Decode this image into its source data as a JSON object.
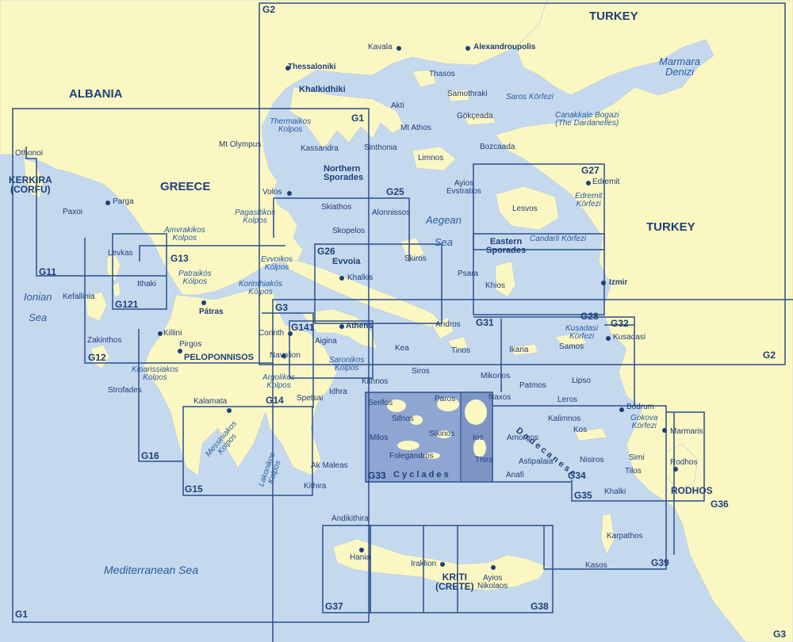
{
  "colors": {
    "sea": "#c5d9ee",
    "land": "#fbf7c3",
    "chart_line": "#2b4f8d",
    "cyclades_fill": "#8fa6d2",
    "text": "#1f3d7a"
  },
  "countries": [
    {
      "id": "turkey-north",
      "text": "TURKEY"
    },
    {
      "id": "turkey-east",
      "text": "TURKEY"
    },
    {
      "id": "albania",
      "text": "ALBANIA"
    },
    {
      "id": "greece",
      "text": "GREECE"
    }
  ],
  "regions": [
    {
      "id": "khalkidhiki",
      "text": "Khalkidhiki"
    },
    {
      "id": "northern-sporades",
      "text": "Northern\nSporades"
    },
    {
      "id": "evvoia",
      "text": "Evvoia"
    },
    {
      "id": "eastern-sporades",
      "text": "Eastern\nSporades"
    },
    {
      "id": "peloponnisos",
      "text": "PELOPONNISOS"
    },
    {
      "id": "cyclades",
      "text": "C y c l a d e s"
    },
    {
      "id": "dodecanese",
      "text": "D o d e c a n e s e"
    },
    {
      "id": "kerkira",
      "text": "KERKIRA\n(CORFU)"
    },
    {
      "id": "rodhos",
      "text": "RODHOS"
    },
    {
      "id": "kriti",
      "text": "KRITI\n(CRETE)"
    }
  ],
  "seas": [
    {
      "id": "marmara",
      "text": "Marmara\nDenizi"
    },
    {
      "id": "aegean",
      "text": "Aegean\nSea"
    },
    {
      "id": "ionian",
      "text": "Ionian\nSea"
    },
    {
      "id": "mediterranean",
      "text": "Mediterranean Sea"
    },
    {
      "id": "thermaikos",
      "text": "Thermaikos\nKolpos"
    },
    {
      "id": "saros",
      "text": "Saros Körfezi"
    },
    {
      "id": "canakkale",
      "text": "Canakkale Bogazi\n(The Dardanelles)"
    },
    {
      "id": "pagasitikos",
      "text": "Pagasitikos\nKolpos"
    },
    {
      "id": "edremit-korfezi",
      "text": "Edremit\nKörfezi"
    },
    {
      "id": "amvrakikos",
      "text": "Amvrakikos\nKolpos"
    },
    {
      "id": "evvoikos",
      "text": "Evvoikos\nKólpos"
    },
    {
      "id": "candarli",
      "text": "Candarli Körfezi"
    },
    {
      "id": "patraikos",
      "text": "Patraikós\nKólpos"
    },
    {
      "id": "korinthiakos",
      "text": "Korinthiakós\nKólpos"
    },
    {
      "id": "kusadasi-korfezi",
      "text": "Kusadasi\nKörfezi"
    },
    {
      "id": "saronikos",
      "text": "Saronikos\nKolpos"
    },
    {
      "id": "kiparissiakos",
      "text": "Kiparissiakos\nKolpos"
    },
    {
      "id": "argolikos",
      "text": "Argolikos\nKolpos"
    },
    {
      "id": "gokova",
      "text": "Gokova\nKörfezi"
    },
    {
      "id": "messiniakos",
      "text": "Messiniakos\nKolpos"
    },
    {
      "id": "lakonikos",
      "text": "Lakonikos\nKolpos"
    }
  ],
  "places": [
    {
      "id": "kavala",
      "text": "Kavala",
      "dot": true
    },
    {
      "id": "alexandroupolis",
      "text": "Alexandroupolis",
      "dot": true,
      "bold": true
    },
    {
      "id": "thessaloniki",
      "text": "Thessaloniki",
      "dot": true,
      "bold": true
    },
    {
      "id": "thasos",
      "text": "Thasos"
    },
    {
      "id": "samothraki",
      "text": "Samothraki"
    },
    {
      "id": "akti",
      "text": "Akti"
    },
    {
      "id": "mt-athos",
      "text": "Mt Athos"
    },
    {
      "id": "gokceada",
      "text": "Gökçeada"
    },
    {
      "id": "mt-olympus",
      "text": "Mt Olympus"
    },
    {
      "id": "kassandra",
      "text": "Kassandra"
    },
    {
      "id": "sinthonia",
      "text": "Sinthonia"
    },
    {
      "id": "bozcaada",
      "text": "Bozcaada"
    },
    {
      "id": "limnos",
      "text": "Limnos"
    },
    {
      "id": "othonoi",
      "text": "Othonoi"
    },
    {
      "id": "ayios-evstratios",
      "text": "Ayios\nEvstratios"
    },
    {
      "id": "edremit",
      "text": "Edremit",
      "dot": true
    },
    {
      "id": "volos",
      "text": "Volos",
      "dot": true
    },
    {
      "id": "parga",
      "text": "Parga",
      "dot": true
    },
    {
      "id": "skiathos",
      "text": "Skiathos"
    },
    {
      "id": "alonnissos",
      "text": "Alonnissos"
    },
    {
      "id": "paxoi",
      "text": "Paxoi"
    },
    {
      "id": "lesvos",
      "text": "Lesvos"
    },
    {
      "id": "skopelos",
      "text": "Skopelos"
    },
    {
      "id": "levkas",
      "text": "Levkas"
    },
    {
      "id": "skiros",
      "text": "Skiros"
    },
    {
      "id": "khalkis",
      "text": "Khalkis",
      "dot": true
    },
    {
      "id": "psara",
      "text": "Psara"
    },
    {
      "id": "izmir",
      "text": "Izmir",
      "dot": true,
      "bold": true
    },
    {
      "id": "ithaki",
      "text": "Ithaki"
    },
    {
      "id": "kefallinia",
      "text": "Kefallinia"
    },
    {
      "id": "khios",
      "text": "Khios"
    },
    {
      "id": "patras",
      "text": "Pátras",
      "dot": true,
      "bold": true
    },
    {
      "id": "andros",
      "text": "Andros"
    },
    {
      "id": "athens",
      "text": "Athens",
      "dot": true,
      "bold": true
    },
    {
      "id": "corinth",
      "text": "Corinth",
      "dot": true
    },
    {
      "id": "killini",
      "text": "Killini",
      "dot": true
    },
    {
      "id": "zakinthos",
      "text": "Zakinthos"
    },
    {
      "id": "aigina",
      "text": "Aigina"
    },
    {
      "id": "kusadasi",
      "text": "Kusadasi",
      "dot": true
    },
    {
      "id": "pirgos",
      "text": "Pirgos",
      "dot": true
    },
    {
      "id": "kea",
      "text": "Kea"
    },
    {
      "id": "tinos",
      "text": "Tinos"
    },
    {
      "id": "ikaria",
      "text": "Ikaria"
    },
    {
      "id": "samos",
      "text": "Samos"
    },
    {
      "id": "navplion",
      "text": "Navplion",
      "dot": true
    },
    {
      "id": "siros",
      "text": "Siros"
    },
    {
      "id": "mikonos",
      "text": "Mikonos"
    },
    {
      "id": "kithnos",
      "text": "Kithnos"
    },
    {
      "id": "patmos",
      "text": "Patmos"
    },
    {
      "id": "lipso",
      "text": "Lipso"
    },
    {
      "id": "strofades",
      "text": "Strofades"
    },
    {
      "id": "spetsai",
      "text": "Spetsai"
    },
    {
      "id": "idhra",
      "text": "Idhra"
    },
    {
      "id": "paros",
      "text": "Paros"
    },
    {
      "id": "naxos",
      "text": "Naxos"
    },
    {
      "id": "leros",
      "text": "Leros"
    },
    {
      "id": "kalamata",
      "text": "Kalamata",
      "dot": true
    },
    {
      "id": "serifos",
      "text": "Serifos"
    },
    {
      "id": "bodrum",
      "text": "Bodrum",
      "dot": true
    },
    {
      "id": "sifnos",
      "text": "Sifnos"
    },
    {
      "id": "kalimnos",
      "text": "Kalimnos"
    },
    {
      "id": "marmaris",
      "text": "Marmaris",
      "dot": true
    },
    {
      "id": "kos",
      "text": "Kos"
    },
    {
      "id": "milos",
      "text": "Milos"
    },
    {
      "id": "sikinos",
      "text": "Sikinos"
    },
    {
      "id": "ios",
      "text": "Ios"
    },
    {
      "id": "amorgos",
      "text": "Amorgos"
    },
    {
      "id": "simi",
      "text": "Simi"
    },
    {
      "id": "nisiros",
      "text": "Nisiros"
    },
    {
      "id": "folegandros",
      "text": "Folegandros"
    },
    {
      "id": "thira",
      "text": "Thira"
    },
    {
      "id": "astipalaia",
      "text": "Astipalaia"
    },
    {
      "id": "ak-maleas",
      "text": "Ak Maleas"
    },
    {
      "id": "rodhos-town",
      "text": "Rodhos",
      "dot": true
    },
    {
      "id": "tilos",
      "text": "Tilos"
    },
    {
      "id": "anafi",
      "text": "Anafi"
    },
    {
      "id": "kithira",
      "text": "Kithira"
    },
    {
      "id": "khalki",
      "text": "Khalki"
    },
    {
      "id": "andikithira",
      "text": "Andikithira"
    },
    {
      "id": "karpathos",
      "text": "Karpathos"
    },
    {
      "id": "hania",
      "text": "Hania",
      "dot": true
    },
    {
      "id": "iraklion",
      "text": "Iraklion",
      "dot": true
    },
    {
      "id": "kasos",
      "text": "Kasos"
    },
    {
      "id": "ayios-nikolaos",
      "text": "Ayios\nNikolaos",
      "dot": true
    }
  ],
  "charts": [
    {
      "id": "G1-top",
      "text": "G1"
    },
    {
      "id": "G1-bottom",
      "text": "G1"
    },
    {
      "id": "G2-top",
      "text": "G2"
    },
    {
      "id": "G2-right",
      "text": "G2"
    },
    {
      "id": "G3-top",
      "text": "G3"
    },
    {
      "id": "G3-bottom",
      "text": "G3"
    },
    {
      "id": "G11",
      "text": "G11"
    },
    {
      "id": "G12",
      "text": "G12"
    },
    {
      "id": "G13",
      "text": "G13"
    },
    {
      "id": "G14",
      "text": "G14"
    },
    {
      "id": "G15",
      "text": "G15"
    },
    {
      "id": "G16",
      "text": "G16"
    },
    {
      "id": "G25",
      "text": "G25"
    },
    {
      "id": "G26",
      "text": "G26"
    },
    {
      "id": "G27",
      "text": "G27"
    },
    {
      "id": "G28",
      "text": "G28"
    },
    {
      "id": "G31",
      "text": "G31"
    },
    {
      "id": "G32",
      "text": "G32"
    },
    {
      "id": "G33",
      "text": "G33"
    },
    {
      "id": "G34",
      "text": "G34"
    },
    {
      "id": "G35",
      "text": "G35"
    },
    {
      "id": "G36",
      "text": "G36"
    },
    {
      "id": "G37",
      "text": "G37"
    },
    {
      "id": "G38",
      "text": "G38"
    },
    {
      "id": "G39",
      "text": "G39"
    },
    {
      "id": "G121",
      "text": "G121"
    },
    {
      "id": "G141",
      "text": "G141"
    }
  ]
}
